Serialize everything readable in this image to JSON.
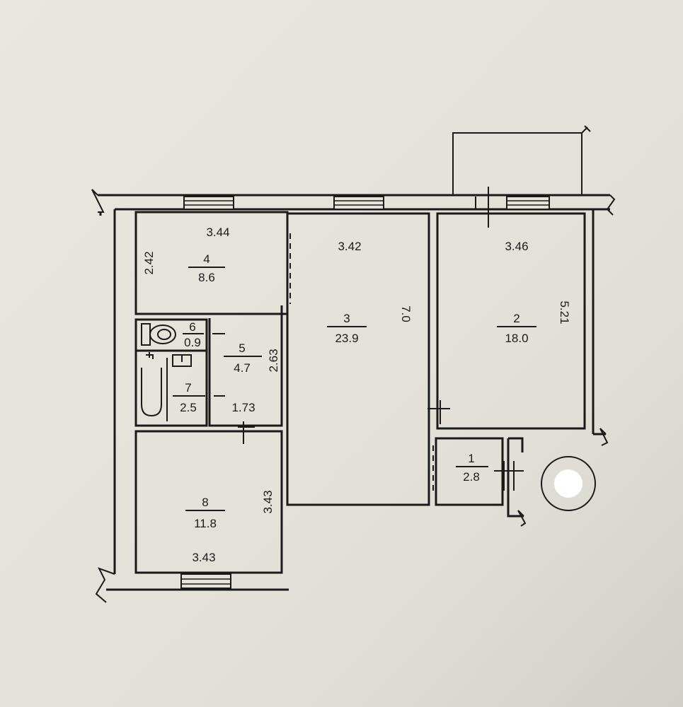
{
  "rooms": [
    {
      "id": "1",
      "number": "1",
      "area": "2.8"
    },
    {
      "id": "2",
      "number": "2",
      "area": "18.0"
    },
    {
      "id": "3",
      "number": "3",
      "area": "23.9"
    },
    {
      "id": "4",
      "number": "4",
      "area": "8.6"
    },
    {
      "id": "5",
      "number": "5",
      "area": "4.7"
    },
    {
      "id": "6",
      "number": "6",
      "area": "0.9"
    },
    {
      "id": "7",
      "number": "7",
      "area": "2.5"
    },
    {
      "id": "8",
      "number": "8",
      "area": "11.8"
    }
  ],
  "dimensions": {
    "room4_width": "3.44",
    "room4_depth": "2.42",
    "room3_width": "3.42",
    "room3_depth": "7.0",
    "room2_width": "3.46",
    "room2_depth": "5.21",
    "room5_depth": "2.63",
    "room5_width": "1.73",
    "room8_depth": "3.43",
    "room8_width": "3.43"
  },
  "colors": {
    "paper": "#e4e2d9",
    "ink": "#1a1a1a"
  }
}
